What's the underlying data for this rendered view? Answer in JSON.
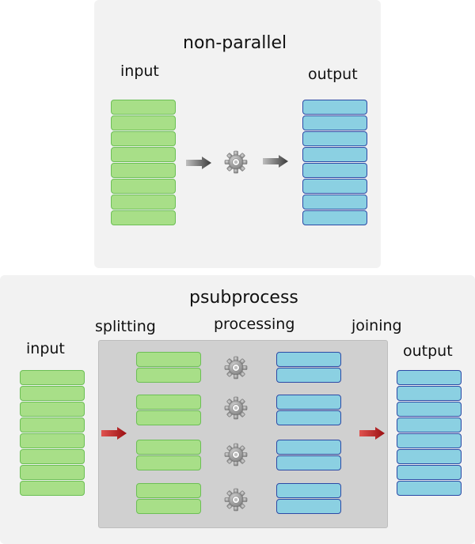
{
  "top": {
    "title": "non-parallel",
    "input_label": "input",
    "output_label": "output",
    "input_rows": 8,
    "output_rows": 8
  },
  "bottom": {
    "title": "psubprocess",
    "input_label": "input",
    "splitting_label": "splitting",
    "processing_label": "processing",
    "joining_label": "joining",
    "output_label": "output",
    "input_rows": 8,
    "output_rows": 8,
    "chunks": 4,
    "rows_per_chunk": 2
  },
  "colors": {
    "input_fill": "#a8df88",
    "input_border": "#6cbf55",
    "output_fill": "#8bd0e2",
    "output_border": "#2c4aa6",
    "flow_arrow": "#4a4a4a",
    "split_join_arrow": "#c0171a",
    "gear": "#9a9a9a"
  },
  "icons": {
    "process": "gear-icon",
    "flow": "arrow-right-icon"
  }
}
